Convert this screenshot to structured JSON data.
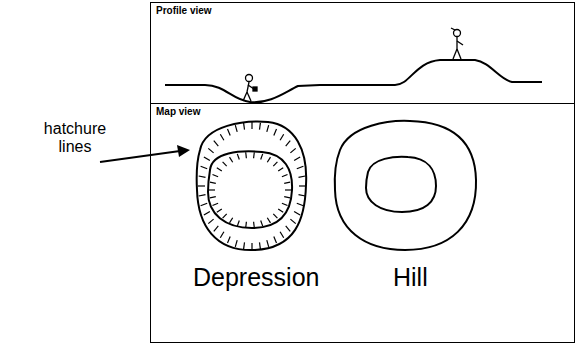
{
  "diagram": {
    "nodes": [
      {
        "text": [
          "Profile view"
        ]
      },
      {
        "text": [
          "Map view"
        ]
      }
    ],
    "labels": [
      "hatchure lines",
      "Depression",
      "Hill"
    ]
  }
}
